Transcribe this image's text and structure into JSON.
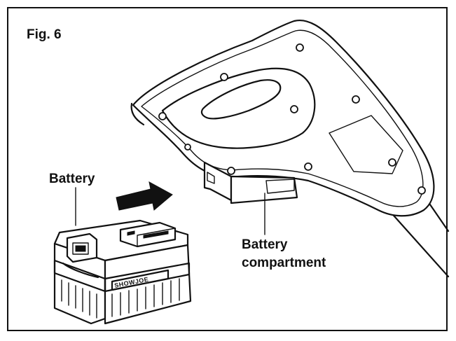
{
  "figure": {
    "title": "Fig. 6",
    "labels": {
      "battery": "Battery",
      "battery_compartment": [
        "Battery",
        "compartment"
      ]
    },
    "brand_on_battery": "SHOWJOE"
  }
}
